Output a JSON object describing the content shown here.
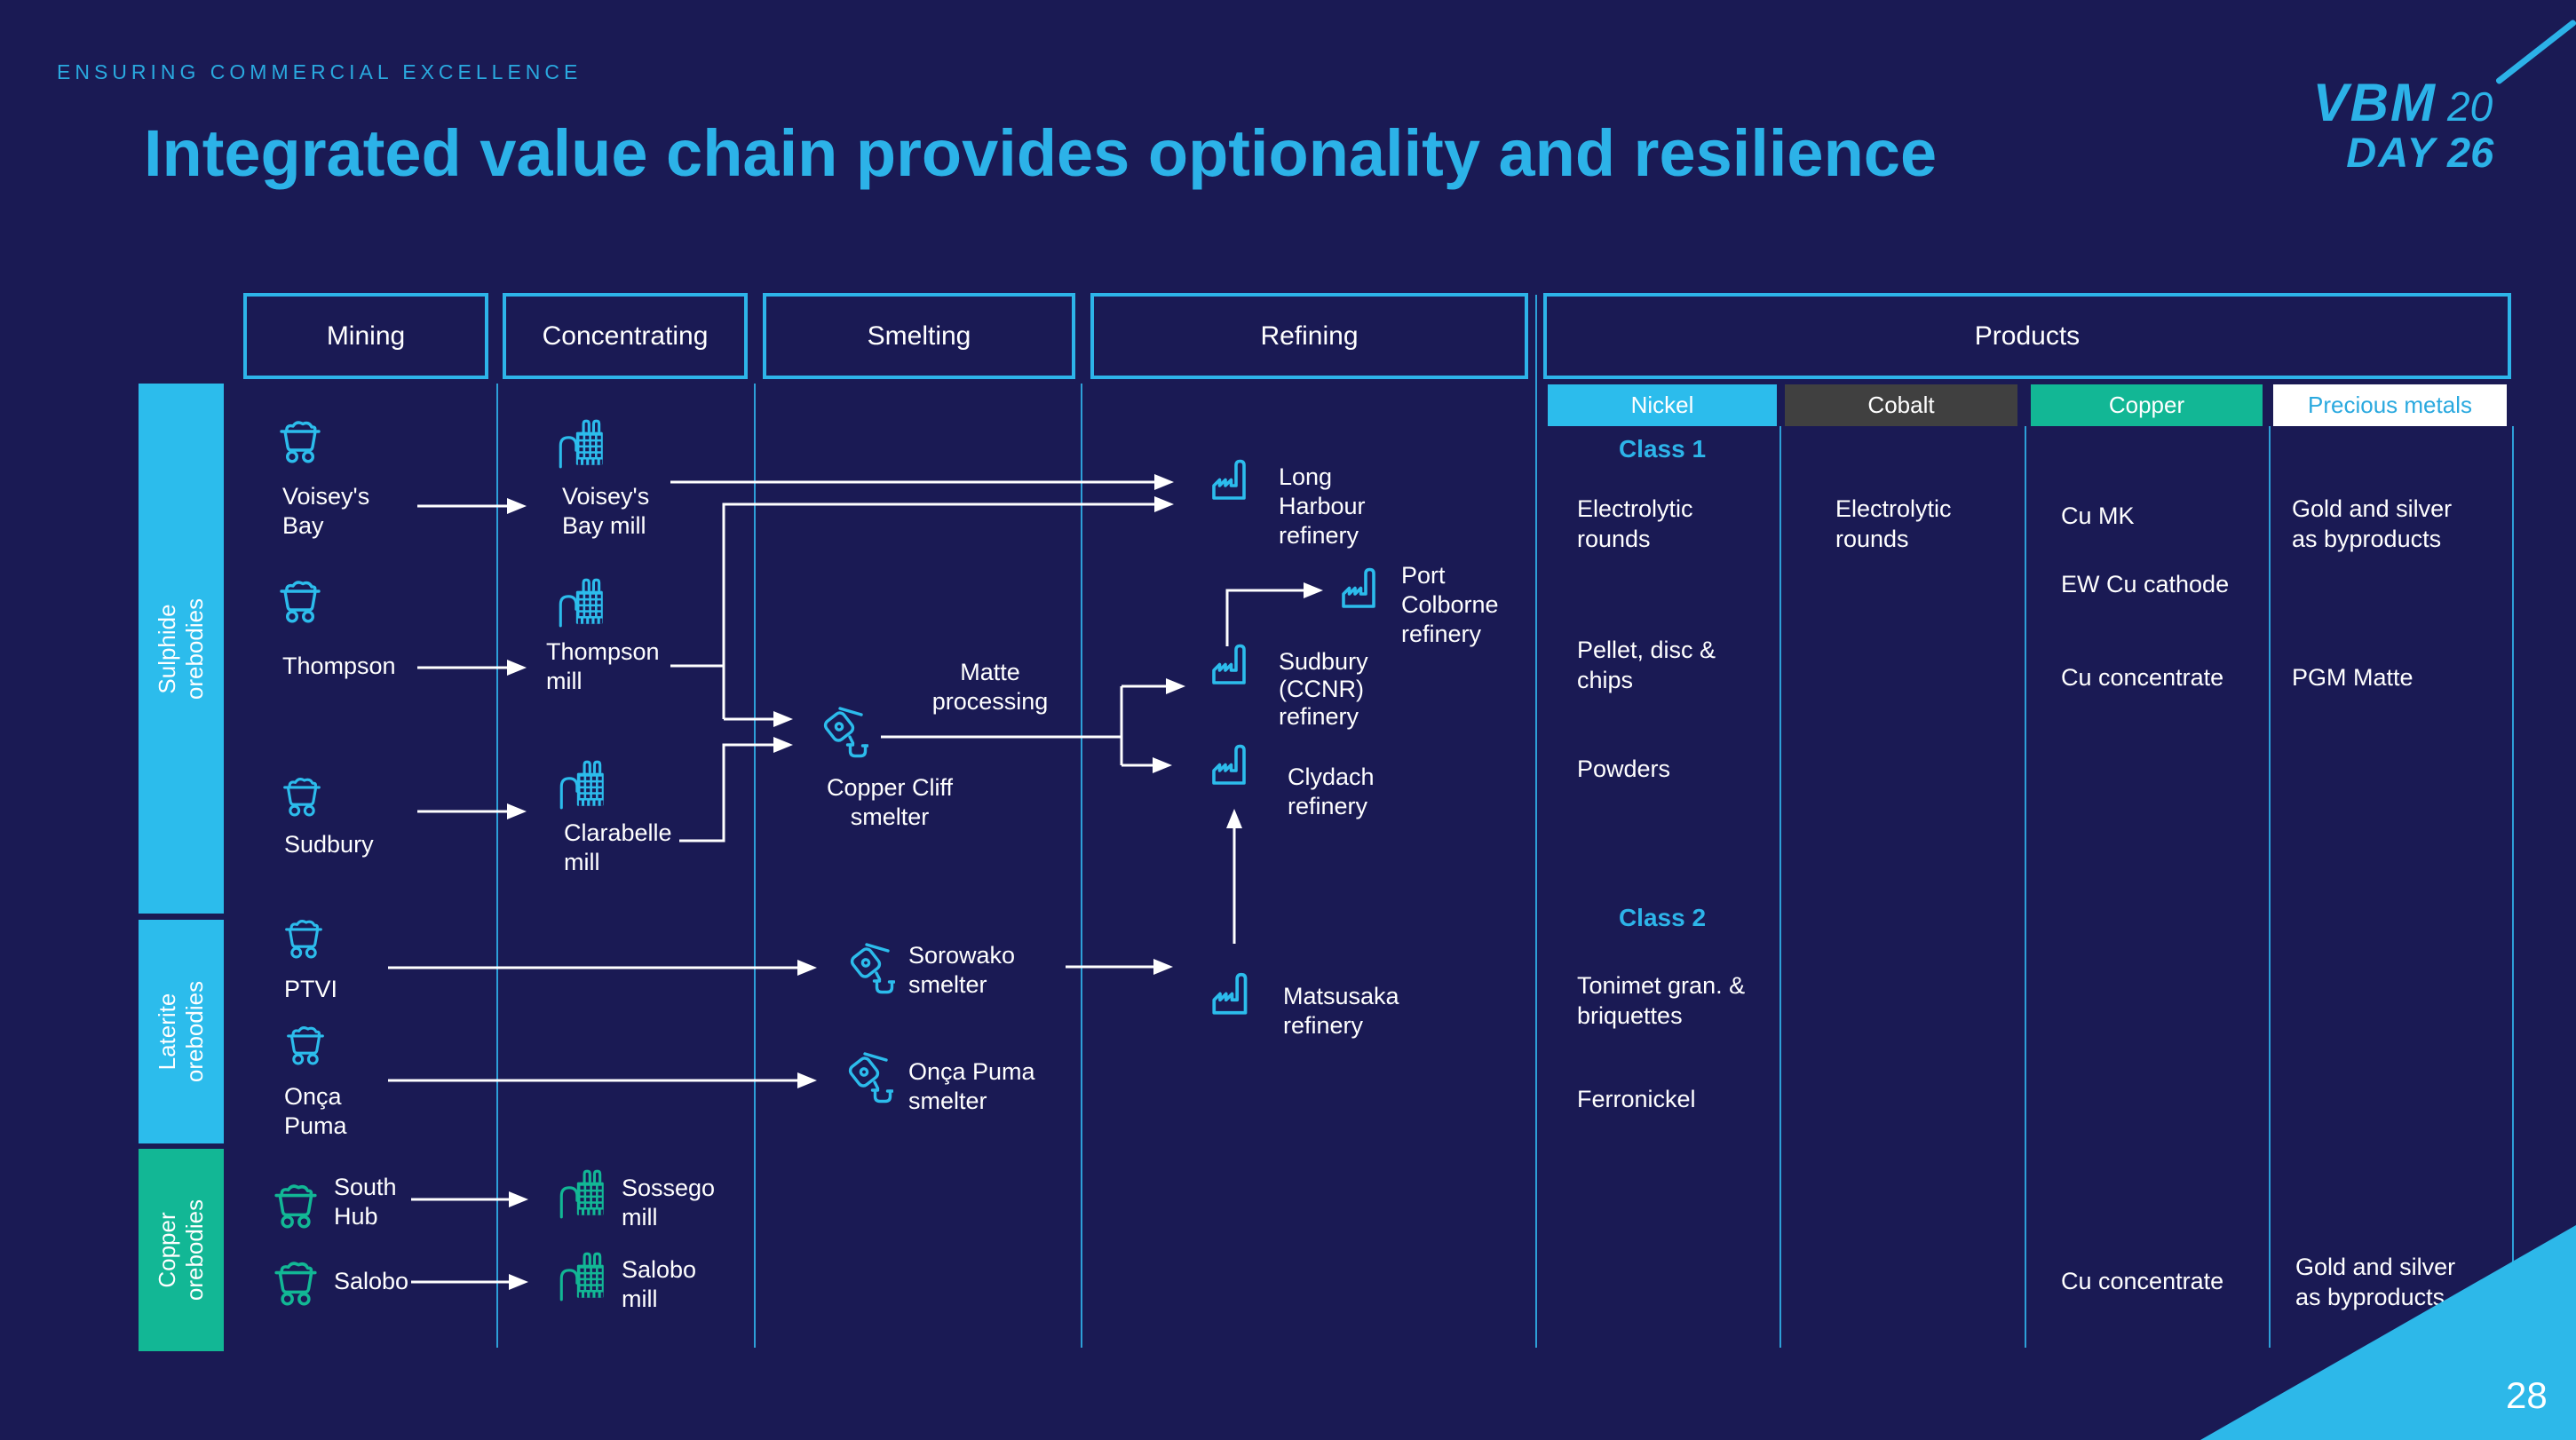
{
  "colors": {
    "background": "#1a1a54",
    "accent_cyan": "#2cb2e8",
    "accent_green": "#12b795",
    "cobalt_gray": "#404040",
    "line_white": "#ffffff",
    "divider_blue": "#2d9fd8"
  },
  "eyebrow": "ENSURING COMMERCIAL EXCELLENCE",
  "title": "Integrated value chain provides optionality and resilience",
  "logo": {
    "vbm": "VBM",
    "year_top": "20",
    "day": "DAY",
    "year_bottom": "26"
  },
  "page_number": "28",
  "stages": [
    {
      "label": "Mining"
    },
    {
      "label": "Concentrating"
    },
    {
      "label": "Smelting"
    },
    {
      "label": "Refining"
    },
    {
      "label": "Products"
    }
  ],
  "orebodies": [
    {
      "line1": "Sulphide",
      "line2": "orebodies",
      "color": "#2cbcec"
    },
    {
      "line1": "Laterite",
      "line2": "orebodies",
      "color": "#2cbcec"
    },
    {
      "line1": "Copper",
      "line2": "orebodies",
      "color": "#12b795"
    }
  ],
  "mining": {
    "voiseys_bay": {
      "l1": "Voisey's",
      "l2": "Bay"
    },
    "thompson": {
      "l1": "Thompson"
    },
    "sudbury": {
      "l1": "Sudbury"
    },
    "ptvi": {
      "l1": "PTVI"
    },
    "onca_puma": {
      "l1": "Onça",
      "l2": "Puma"
    },
    "south_hub": {
      "l1": "South",
      "l2": "Hub"
    },
    "salobo": {
      "l1": "Salobo"
    }
  },
  "concentrating": {
    "voiseys_bay_mill": {
      "l1": "Voisey's",
      "l2": "Bay mill"
    },
    "thompson_mill": {
      "l1": "Thompson",
      "l2": "mill"
    },
    "clarabelle_mill": {
      "l1": "Clarabelle",
      "l2": "mill"
    },
    "sossego_mill": {
      "l1": "Sossego",
      "l2": "mill"
    },
    "salobo_mill": {
      "l1": "Salobo",
      "l2": "mill"
    }
  },
  "smelting": {
    "matte_processing": {
      "l1": "Matte",
      "l2": "processing"
    },
    "copper_cliff": {
      "l1": "Copper Cliff",
      "l2": "smelter"
    },
    "sorowako": {
      "l1": "Sorowako",
      "l2": "smelter"
    },
    "onca_puma_smelter": {
      "l1": "Onça Puma",
      "l2": "smelter"
    }
  },
  "refining": {
    "long_harbour": {
      "l1": "Long",
      "l2": "Harbour",
      "l3": "refinery"
    },
    "port_colborne": {
      "l1": "Port",
      "l2": "Colborne",
      "l3": "refinery"
    },
    "sudbury_ccnr": {
      "l1": "Sudbury",
      "l2": "(CCNR)",
      "l3": "refinery"
    },
    "clydach": {
      "l1": "Clydach",
      "l2": "refinery"
    },
    "matsusaka": {
      "l1": "Matsusaka",
      "l2": "refinery"
    }
  },
  "products": {
    "nickel": {
      "header": "Nickel",
      "class1": "Class 1",
      "electrolytic": {
        "l1": "Electrolytic",
        "l2": "rounds"
      },
      "pellet": {
        "l1": "Pellet, disc &",
        "l2": "chips"
      },
      "powders": "Powders",
      "class2": "Class 2",
      "tonimet": {
        "l1": "Tonimet gran. &",
        "l2": "briquettes"
      },
      "ferronickel": "Ferronickel"
    },
    "cobalt": {
      "header": "Cobalt",
      "electrolytic": {
        "l1": "Electrolytic",
        "l2": "rounds"
      }
    },
    "copper": {
      "header": "Copper",
      "cu_mk": "Cu MK",
      "ew_cathode": "EW Cu cathode",
      "cu_concentrate": "Cu concentrate",
      "cu_concentrate_bottom": "Cu concentrate"
    },
    "precious": {
      "header": "Precious metals",
      "gold_silver": {
        "l1": "Gold and silver",
        "l2": "as byproducts"
      },
      "pgm": "PGM Matte",
      "gold_silver_bottom": {
        "l1": "Gold and silver",
        "l2": "as byproducts"
      }
    }
  }
}
